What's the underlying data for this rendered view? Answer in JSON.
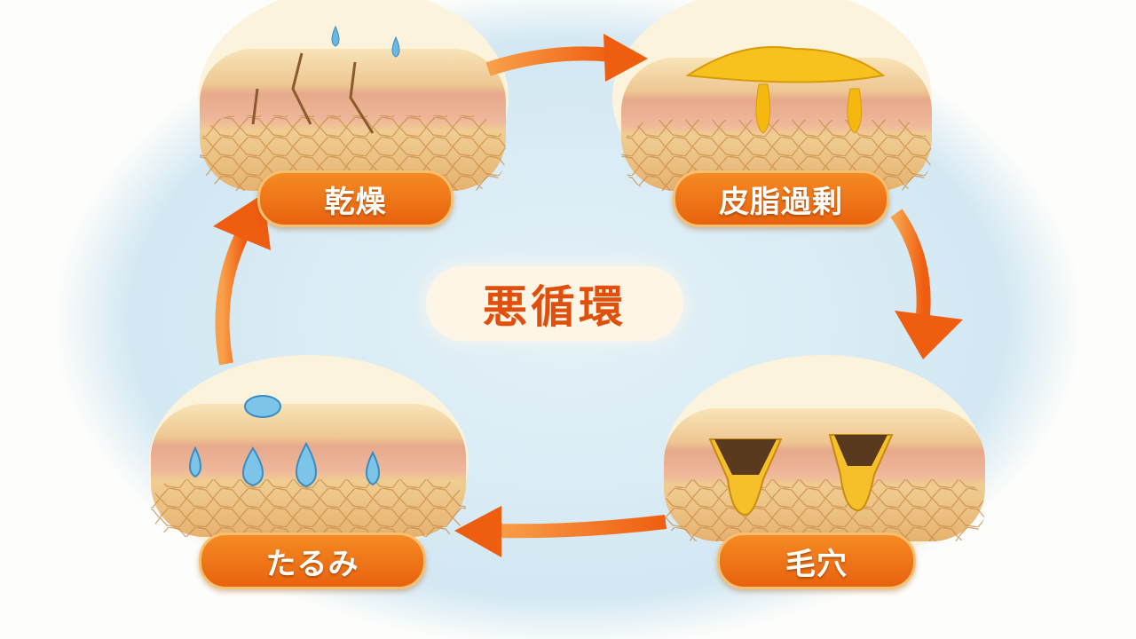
{
  "title": "悪循環",
  "stages": [
    {
      "label": "乾燥",
      "illustration": "dry-cracked-skin"
    },
    {
      "label": "皮脂過剰",
      "illustration": "excess-sebum-skin"
    },
    {
      "label": "毛穴",
      "illustration": "clogged-pores-skin"
    },
    {
      "label": "たるみ",
      "illustration": "sagging-skin"
    }
  ],
  "colors": {
    "accent": "#ef6d16",
    "background": "#dcecf5",
    "title": "#e0500c"
  }
}
